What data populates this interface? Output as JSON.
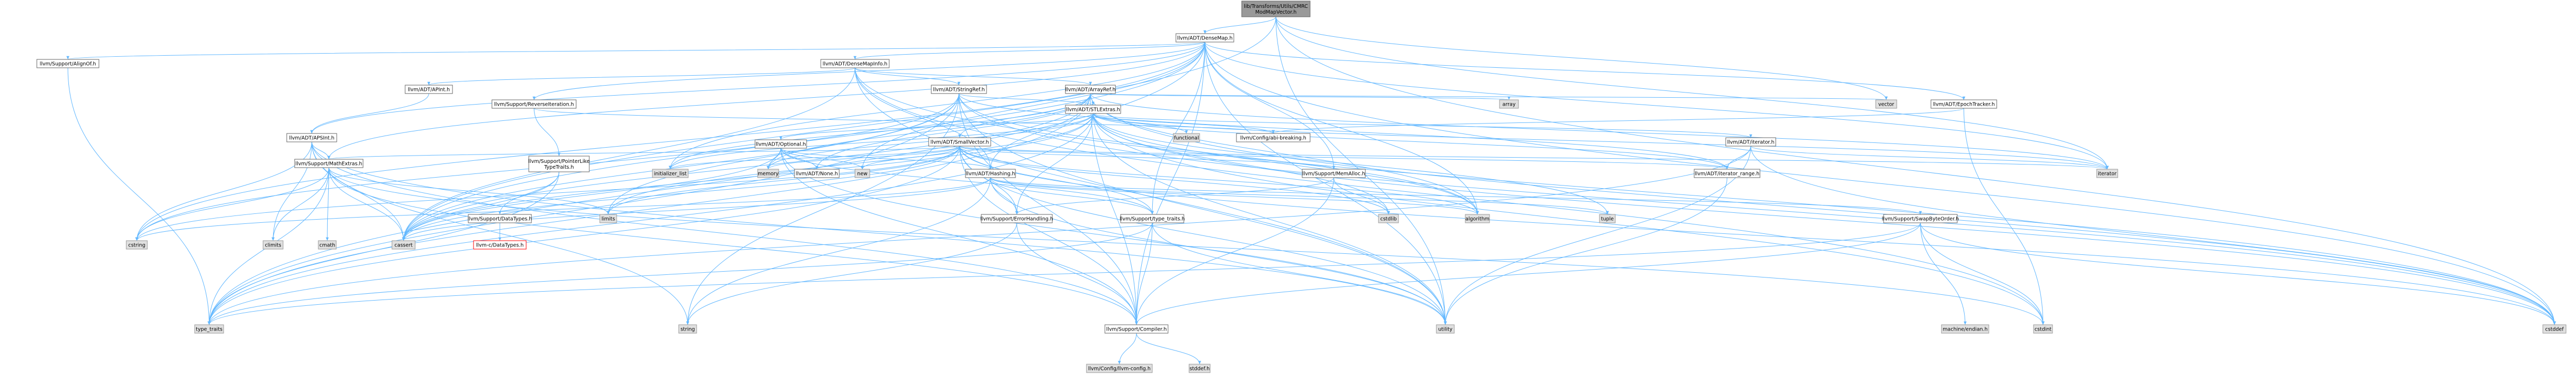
{
  "colors": {
    "root_fill": "#999999",
    "node_fill": "#ffffff",
    "node_stroke": "#666666",
    "red_stroke": "#ff0000",
    "system_fill": "#e0e0e0",
    "system_stroke": "#999999",
    "edge": "#63b8ff",
    "arrowhead": "#63b8ff",
    "text": "#000000"
  },
  "nodes": [
    {
      "id": "root",
      "lines": [
        "lib/Transforms/Utils/CMRC",
        "ModMapVector.h"
      ],
      "kind": "root"
    },
    {
      "id": "densemap",
      "lines": [
        "llvm/ADT/DenseMap.h"
      ],
      "kind": "normal"
    },
    {
      "id": "vector",
      "lines": [
        "vector"
      ],
      "kind": "system"
    },
    {
      "id": "cassert",
      "lines": [
        "cassert"
      ],
      "kind": "system"
    },
    {
      "id": "cstddef",
      "lines": [
        "cstddef"
      ],
      "kind": "system"
    },
    {
      "id": "alignof",
      "lines": [
        "llvm/Support/AlignOf.h"
      ],
      "kind": "normal"
    },
    {
      "id": "densemapinfo",
      "lines": [
        "llvm/ADT/DenseMapInfo.h"
      ],
      "kind": "normal"
    },
    {
      "id": "apint",
      "lines": [
        "llvm/ADT/APInt.h"
      ],
      "kind": "normal"
    },
    {
      "id": "stringref",
      "lines": [
        "llvm/ADT/StringRef.h"
      ],
      "kind": "normal"
    },
    {
      "id": "arrayref",
      "lines": [
        "llvm/ADT/ArrayRef.h"
      ],
      "kind": "normal"
    },
    {
      "id": "array",
      "lines": [
        "array"
      ],
      "kind": "system"
    },
    {
      "id": "epoch",
      "lines": [
        "llvm/ADT/EpochTracker.h"
      ],
      "kind": "normal"
    },
    {
      "id": "reverseiter",
      "lines": [
        "llvm/Support/ReverseIteration.h"
      ],
      "kind": "normal"
    },
    {
      "id": "stlextras",
      "lines": [
        "llvm/ADT/STLExtras.h"
      ],
      "kind": "normal"
    },
    {
      "id": "apsint",
      "lines": [
        "llvm/ADT/APSInt.h"
      ],
      "kind": "normal"
    },
    {
      "id": "config_abi",
      "lines": [
        "llvm/Config/abi-breaking.h"
      ],
      "kind": "normal"
    },
    {
      "id": "functional",
      "lines": [
        "functional"
      ],
      "kind": "system"
    },
    {
      "id": "smallvector",
      "lines": [
        "llvm/ADT/SmallVector.h"
      ],
      "kind": "normal"
    },
    {
      "id": "optional",
      "lines": [
        "llvm/ADT/Optional.h"
      ],
      "kind": "normal"
    },
    {
      "id": "iterator",
      "lines": [
        "llvm/ADT/iterator.h"
      ],
      "kind": "normal"
    },
    {
      "id": "ptrlike",
      "lines": [
        "llvm/Support/PointerLike",
        "TypeTraits.h"
      ],
      "kind": "normal"
    },
    {
      "id": "mathextras",
      "lines": [
        "llvm/Support/MathExtras.h"
      ],
      "kind": "normal"
    },
    {
      "id": "cstring",
      "lines": [
        "cstring"
      ],
      "kind": "system"
    },
    {
      "id": "climits",
      "lines": [
        "climits"
      ],
      "kind": "system"
    },
    {
      "id": "cmath",
      "lines": [
        "cmath"
      ],
      "kind": "system"
    },
    {
      "id": "initlist",
      "lines": [
        "initializer_list"
      ],
      "kind": "system"
    },
    {
      "id": "memory",
      "lines": [
        "memory"
      ],
      "kind": "system"
    },
    {
      "id": "none",
      "lines": [
        "llvm/ADT/None.h"
      ],
      "kind": "normal"
    },
    {
      "id": "new",
      "lines": [
        "new"
      ],
      "kind": "system"
    },
    {
      "id": "hashing",
      "lines": [
        "llvm/ADT/Hashing.h"
      ],
      "kind": "normal"
    },
    {
      "id": "memalloc",
      "lines": [
        "llvm/Support/MemAlloc.h"
      ],
      "kind": "normal"
    },
    {
      "id": "iterrange",
      "lines": [
        "llvm/ADT/iterator_range.h"
      ],
      "kind": "normal"
    },
    {
      "id": "iterator_std",
      "lines": [
        "iterator"
      ],
      "kind": "system"
    },
    {
      "id": "datatypes",
      "lines": [
        "llvm/Support/DataTypes.h"
      ],
      "kind": "normal"
    },
    {
      "id": "limits",
      "lines": [
        "limits"
      ],
      "kind": "system"
    },
    {
      "id": "errhandling",
      "lines": [
        "llvm/Support/ErrorHandling.h"
      ],
      "kind": "normal"
    },
    {
      "id": "typetraits",
      "lines": [
        "llvm/Support/type_traits.h"
      ],
      "kind": "normal"
    },
    {
      "id": "cstdlib",
      "lines": [
        "cstdlib"
      ],
      "kind": "system"
    },
    {
      "id": "algorithm",
      "lines": [
        "algorithm"
      ],
      "kind": "system"
    },
    {
      "id": "tuple",
      "lines": [
        "tuple"
      ],
      "kind": "system"
    },
    {
      "id": "swapbyte",
      "lines": [
        "llvm/Support/SwapByteOrder.h"
      ],
      "kind": "normal"
    },
    {
      "id": "cdatatypes",
      "lines": [
        "llvm-c/DataTypes.h"
      ],
      "kind": "red"
    },
    {
      "id": "type_traits_std",
      "lines": [
        "type_traits"
      ],
      "kind": "system"
    },
    {
      "id": "string",
      "lines": [
        "string"
      ],
      "kind": "system"
    },
    {
      "id": "compiler",
      "lines": [
        "llvm/Support/Compiler.h"
      ],
      "kind": "normal"
    },
    {
      "id": "utility",
      "lines": [
        "utility"
      ],
      "kind": "system"
    },
    {
      "id": "machendian",
      "lines": [
        "machine/endian.h"
      ],
      "kind": "system"
    },
    {
      "id": "cstdint",
      "lines": [
        "cstdint"
      ],
      "kind": "system"
    },
    {
      "id": "llvmconfig",
      "lines": [
        "llvm/Config/llvm-config.h"
      ],
      "kind": "system"
    },
    {
      "id": "stddef",
      "lines": [
        "stddef.h"
      ],
      "kind": "system"
    }
  ],
  "edges": [
    [
      "root",
      "densemap"
    ],
    [
      "root",
      "vector"
    ],
    [
      "root",
      "cassert"
    ],
    [
      "root",
      "cstddef"
    ],
    [
      "root",
      "utility"
    ],
    [
      "root",
      "iterator_std"
    ],
    [
      "densemap",
      "densemapinfo"
    ],
    [
      "densemap",
      "epoch"
    ],
    [
      "densemap",
      "alignof"
    ],
    [
      "densemap",
      "compiler"
    ],
    [
      "densemap",
      "mathextras"
    ],
    [
      "densemap",
      "memalloc"
    ],
    [
      "densemap",
      "reverseiter"
    ],
    [
      "densemap",
      "typetraits"
    ],
    [
      "densemap",
      "algorithm"
    ],
    [
      "densemap",
      "cassert"
    ],
    [
      "densemap",
      "cstddef"
    ],
    [
      "densemap",
      "cstring"
    ],
    [
      "densemap",
      "initlist"
    ],
    [
      "densemap",
      "iterator_std"
    ],
    [
      "densemap",
      "new"
    ],
    [
      "densemap",
      "type_traits_std"
    ],
    [
      "densemap",
      "utility"
    ],
    [
      "densemap",
      "apsint"
    ],
    [
      "alignof",
      "type_traits_std"
    ],
    [
      "densemapinfo",
      "apint"
    ],
    [
      "densemapinfo",
      "arrayref"
    ],
    [
      "densemapinfo",
      "hashing"
    ],
    [
      "densemapinfo",
      "stringref"
    ],
    [
      "densemapinfo",
      "cassert"
    ],
    [
      "densemapinfo",
      "cstddef"
    ],
    [
      "densemapinfo",
      "cstdint"
    ],
    [
      "densemapinfo",
      "utility"
    ],
    [
      "apint",
      "apsint"
    ],
    [
      "apsint",
      "mathextras"
    ],
    [
      "apsint",
      "compiler"
    ],
    [
      "apsint",
      "cassert"
    ],
    [
      "apsint",
      "climits"
    ],
    [
      "apsint",
      "cstring"
    ],
    [
      "apsint",
      "string"
    ],
    [
      "apsint",
      "utility"
    ],
    [
      "stringref",
      "stlextras"
    ],
    [
      "stringref",
      "iterrange"
    ],
    [
      "stringref",
      "compiler"
    ],
    [
      "stringref",
      "algorithm"
    ],
    [
      "stringref",
      "cassert"
    ],
    [
      "stringref",
      "cstddef"
    ],
    [
      "stringref",
      "cstring"
    ],
    [
      "stringref",
      "limits"
    ],
    [
      "stringref",
      "string"
    ],
    [
      "stringref",
      "type_traits_std"
    ],
    [
      "stringref",
      "utility"
    ],
    [
      "arrayref",
      "hashing"
    ],
    [
      "arrayref",
      "none"
    ],
    [
      "arrayref",
      "smallvector"
    ],
    [
      "arrayref",
      "stlextras"
    ],
    [
      "arrayref",
      "compiler"
    ],
    [
      "arrayref",
      "algorithm"
    ],
    [
      "arrayref",
      "array"
    ],
    [
      "arrayref",
      "cassert"
    ],
    [
      "arrayref",
      "cstddef"
    ],
    [
      "arrayref",
      "initlist"
    ],
    [
      "arrayref",
      "iterator_std"
    ],
    [
      "arrayref",
      "memory"
    ],
    [
      "arrayref",
      "type_traits_std"
    ],
    [
      "arrayref",
      "vector"
    ],
    [
      "epoch",
      "config_abi"
    ],
    [
      "epoch",
      "cstdint"
    ],
    [
      "reverseiter",
      "ptrlike"
    ],
    [
      "reverseiter",
      "config_abi"
    ],
    [
      "ptrlike",
      "datatypes"
    ],
    [
      "ptrlike",
      "cassert"
    ],
    [
      "ptrlike",
      "type_traits_std"
    ],
    [
      "stlextras",
      "optional"
    ],
    [
      "stlextras",
      "iterator"
    ],
    [
      "stlextras",
      "iterrange"
    ],
    [
      "stlextras",
      "config_abi"
    ],
    [
      "stlextras",
      "errhandling"
    ],
    [
      "stlextras",
      "algorithm"
    ],
    [
      "stlextras",
      "cassert"
    ],
    [
      "stlextras",
      "cstddef"
    ],
    [
      "stlextras",
      "cstdint"
    ],
    [
      "stlextras",
      "cstdlib"
    ],
    [
      "stlextras",
      "functional"
    ],
    [
      "stlextras",
      "initlist"
    ],
    [
      "stlextras",
      "iterator_std"
    ],
    [
      "stlextras",
      "limits"
    ],
    [
      "stlextras",
      "memory"
    ],
    [
      "stlextras",
      "tuple"
    ],
    [
      "stlextras",
      "type_traits_std"
    ],
    [
      "stlextras",
      "utility"
    ],
    [
      "smallvector",
      "mathextras"
    ],
    [
      "smallvector",
      "memalloc"
    ],
    [
      "smallvector",
      "typetraits"
    ],
    [
      "smallvector",
      "compiler"
    ],
    [
      "smallvector",
      "errhandling"
    ],
    [
      "smallvector",
      "iterrange"
    ],
    [
      "smallvector",
      "algorithm"
    ],
    [
      "smallvector",
      "cassert"
    ],
    [
      "smallvector",
      "cstddef"
    ],
    [
      "smallvector",
      "cstdlib"
    ],
    [
      "smallvector",
      "cstring"
    ],
    [
      "smallvector",
      "initlist"
    ],
    [
      "smallvector",
      "iterator_std"
    ],
    [
      "smallvector",
      "limits"
    ],
    [
      "smallvector",
      "memory"
    ],
    [
      "smallvector",
      "new"
    ],
    [
      "smallvector",
      "type_traits_std"
    ],
    [
      "smallvector",
      "utility"
    ],
    [
      "optional",
      "hashing"
    ],
    [
      "optional",
      "none"
    ],
    [
      "optional",
      "compiler"
    ],
    [
      "optional",
      "typetraits"
    ],
    [
      "optional",
      "cassert"
    ],
    [
      "optional",
      "memory"
    ],
    [
      "optional",
      "new"
    ],
    [
      "optional",
      "utility"
    ],
    [
      "iterator",
      "iterrange"
    ],
    [
      "iterator",
      "iterator_std"
    ],
    [
      "iterator",
      "cstddef"
    ],
    [
      "iterator",
      "type_traits_std"
    ],
    [
      "iterator",
      "utility"
    ],
    [
      "mathextras",
      "compiler"
    ],
    [
      "mathextras",
      "cassert"
    ],
    [
      "mathextras",
      "climits"
    ],
    [
      "mathextras",
      "cmath"
    ],
    [
      "mathextras",
      "cstdint"
    ],
    [
      "mathextras",
      "cstring"
    ],
    [
      "mathextras",
      "limits"
    ],
    [
      "mathextras",
      "type_traits_std"
    ],
    [
      "hashing",
      "errhandling"
    ],
    [
      "hashing",
      "swapbyte"
    ],
    [
      "hashing",
      "typetraits"
    ],
    [
      "hashing",
      "algorithm"
    ],
    [
      "hashing",
      "cassert"
    ],
    [
      "hashing",
      "cstring"
    ],
    [
      "hashing",
      "string"
    ],
    [
      "hashing",
      "tuple"
    ],
    [
      "hashing",
      "utility"
    ],
    [
      "memalloc",
      "compiler"
    ],
    [
      "memalloc",
      "errhandling"
    ],
    [
      "memalloc",
      "cstdlib"
    ],
    [
      "iterrange",
      "utility"
    ],
    [
      "datatypes",
      "cdatatypes"
    ],
    [
      "errhandling",
      "compiler"
    ],
    [
      "errhandling",
      "string"
    ],
    [
      "typetraits",
      "compiler"
    ],
    [
      "typetraits",
      "type_traits_std"
    ],
    [
      "typetraits",
      "utility"
    ],
    [
      "swapbyte",
      "compiler"
    ],
    [
      "swapbyte",
      "cstddef"
    ],
    [
      "swapbyte",
      "cstdint"
    ],
    [
      "swapbyte",
      "type_traits_std"
    ],
    [
      "swapbyte",
      "machendian"
    ],
    [
      "compiler",
      "llvmconfig"
    ],
    [
      "compiler",
      "stddef"
    ]
  ]
}
